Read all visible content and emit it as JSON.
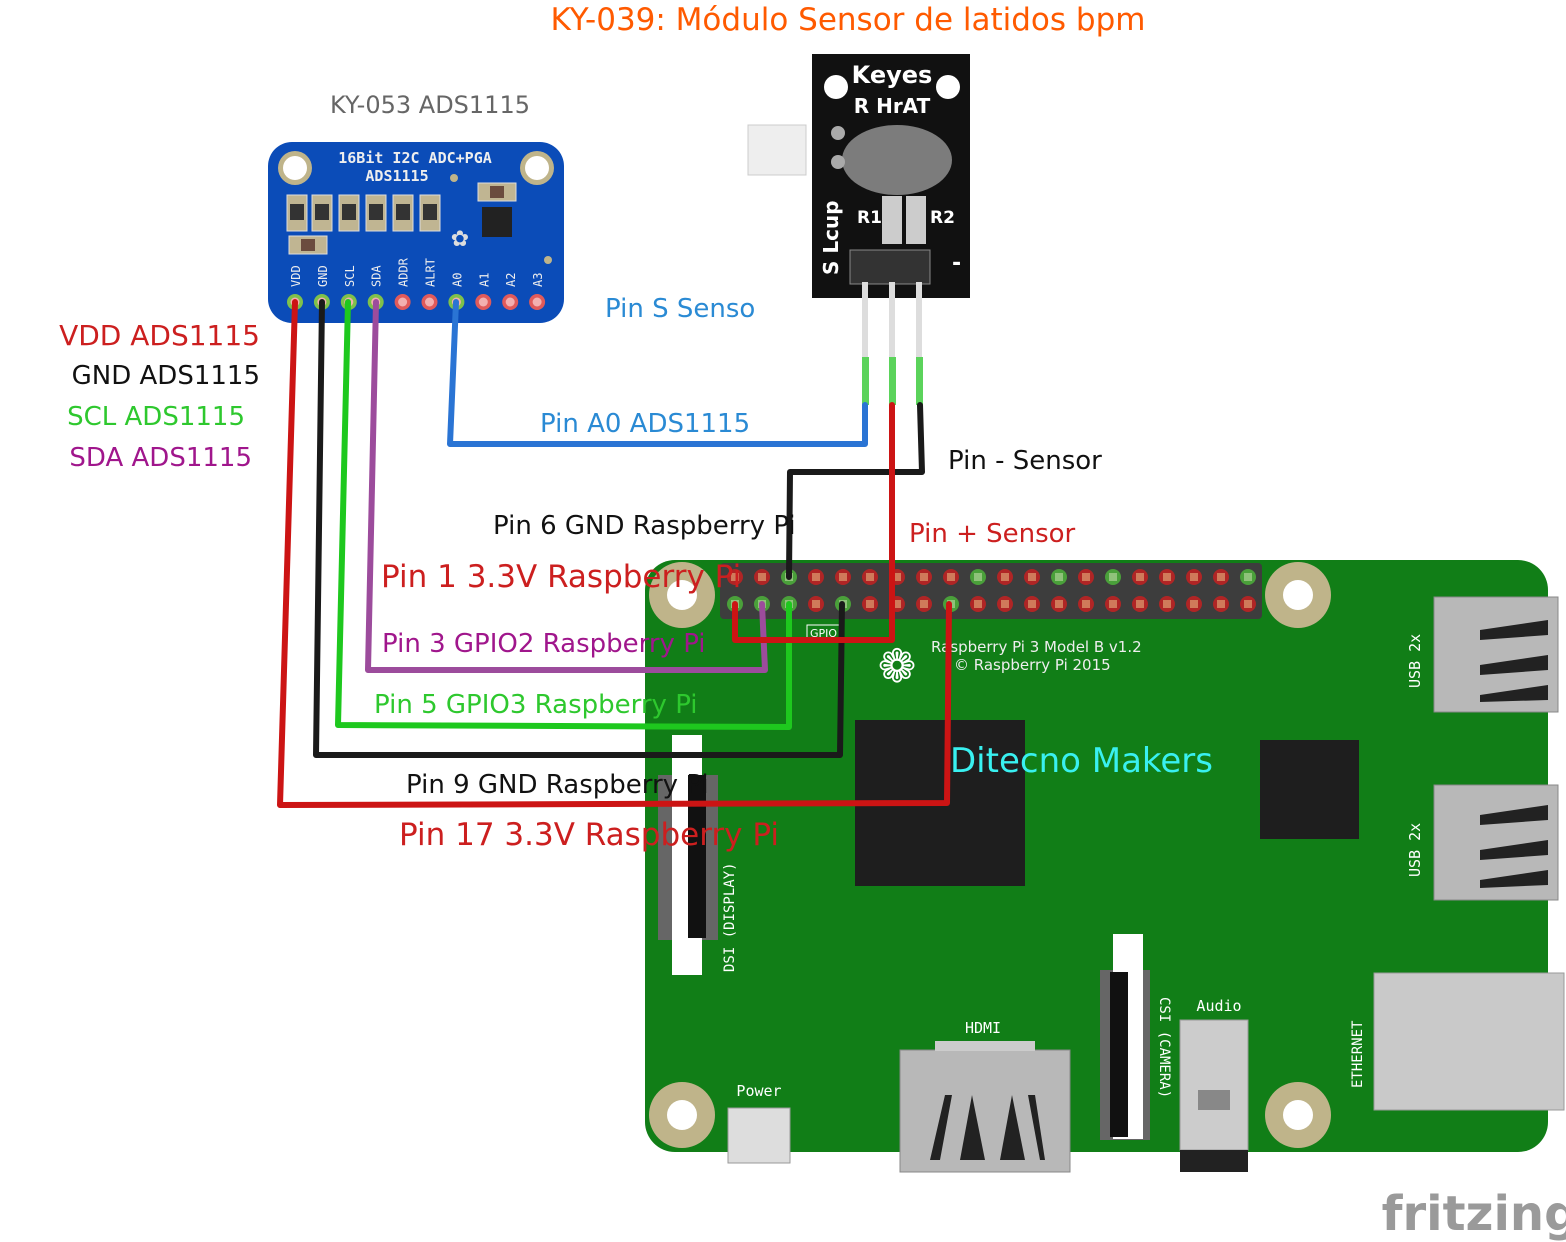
{
  "title": "KY-039: Módulo Sensor de latidos bpm",
  "ads1115": {
    "label": "KY-053 ADS1115",
    "board_line1": "16Bit I2C ADC+PGA",
    "board_line2": "ADS1115",
    "pins": [
      "VDD",
      "GND",
      "SCL",
      "SDA",
      "ADDR",
      "ALRT",
      "A0",
      "A1",
      "A2",
      "A3"
    ]
  },
  "sensor": {
    "brand": "Keyes",
    "model": "R HrAT",
    "side_label": "S Lcup",
    "r1": "R1",
    "r2": "R2",
    "minus": "-"
  },
  "labels": {
    "vdd": "VDD ADS1115",
    "gnd": "GND ADS1115",
    "scl": "SCL ADS1115",
    "sda": "SDA ADS1115",
    "pin_s": "Pin S Senso",
    "pin_a0": "Pin A0 ADS1115",
    "pin_minus": "Pin - Sensor",
    "pin_plus": "Pin + Sensor",
    "pin6": "Pin 6 GND Raspberry Pi",
    "pin1": "Pin 1 3.3V Raspberry Pi",
    "pin3": "Pin 3 GPIO2 Raspberry Pi",
    "pin5": "Pin 5 GPIO3 Raspberry Pi",
    "pin9": "Pin 9 GND Raspberry Pi",
    "pin17": "Pin 17 3.3V Raspberry Pi"
  },
  "pi": {
    "model": "Raspberry Pi 3 Model B v1.2",
    "copyright": "© Raspberry Pi 2015",
    "gpio": "GPIO",
    "overlay": "Ditecno Makers",
    "usb1": "USB 2x",
    "usb2": "USB 2x",
    "ethernet": "ETHERNET",
    "hdmi": "HDMI",
    "audio": "Audio",
    "power": "Power",
    "csi": "CSI (CAMERA)",
    "dsi": "DSI (DISPLAY)"
  },
  "footer": {
    "logo": "fritzing"
  },
  "colors": {
    "title": "#ff5a00",
    "vdd_wire": "#cc1414",
    "gnd_wire": "#1a1a1a",
    "scl_wire": "#1ec81e",
    "sda_wire": "#9c4c9c",
    "a0_wire": "#2a74d4",
    "pi_board": "#117e17",
    "ads_board": "#0b4cb8",
    "overlay_text": "#39f0f0"
  }
}
